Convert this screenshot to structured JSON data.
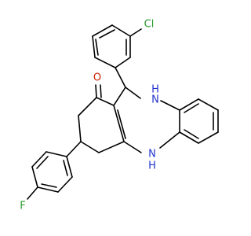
{
  "molecule": {
    "colors": {
      "bond": "#000000",
      "carbon_label": "#000000",
      "nitrogen": "#2233cc",
      "oxygen": "#cc2200",
      "chlorine": "#2a9a2a",
      "fluorine": "#2a9a2a",
      "background": "#ffffff"
    },
    "labels": {
      "chlorine": "Cl",
      "oxygen": "O",
      "nh_upper": "H",
      "n_upper": "N",
      "nh_lower_n": "N",
      "nh_lower_h": "H",
      "fluorine": "F"
    }
  }
}
